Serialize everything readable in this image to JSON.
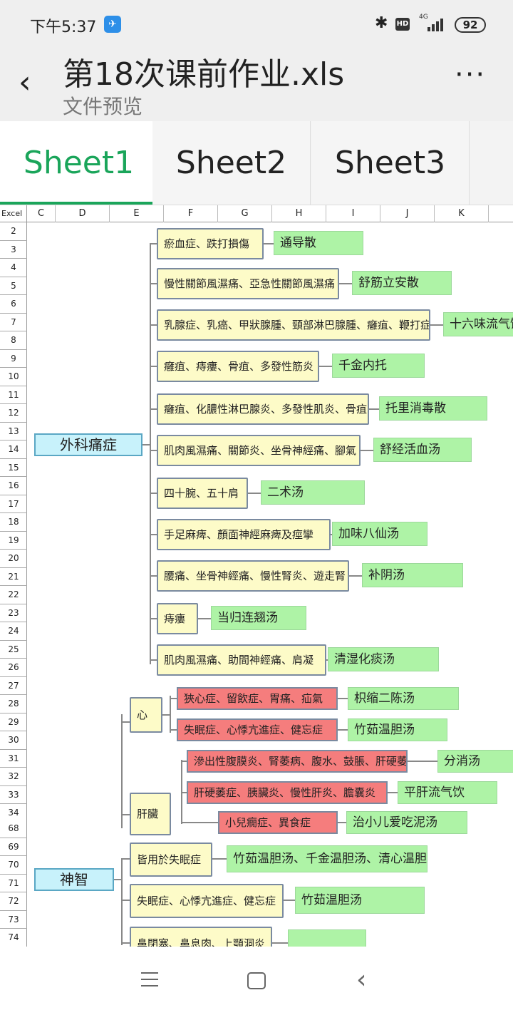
{
  "status": {
    "time": "下午5:37",
    "hd": "HD",
    "network": "4G",
    "battery": "92"
  },
  "header": {
    "title": "第18次课前作业.xls",
    "subtitle": "文件预览",
    "more": "···"
  },
  "tabs": [
    {
      "label": "Sheet1",
      "active": true
    },
    {
      "label": "Sheet2",
      "active": false
    },
    {
      "label": "Sheet3",
      "active": false
    }
  ],
  "sheet": {
    "corner": "Excel",
    "columns": [
      "C",
      "D",
      "E",
      "F",
      "G",
      "H",
      "I",
      "J",
      "K"
    ],
    "rows_top": [
      "2",
      "3",
      "4",
      "5",
      "6",
      "7",
      "8",
      "9",
      "10",
      "11",
      "12",
      "13",
      "14",
      "15",
      "16",
      "17",
      "18",
      "19",
      "20",
      "21",
      "22",
      "23",
      "24",
      "25",
      "26",
      "27",
      "28",
      "29",
      "30",
      "31",
      "32",
      "33",
      "34"
    ],
    "rows_bottom": [
      "68",
      "69",
      "70",
      "71",
      "72",
      "73",
      "74"
    ]
  },
  "mindmap": {
    "root1": "外科痛症",
    "branches1": [
      {
        "cond": "瘀血症、跌打損傷",
        "formula": "通导散"
      },
      {
        "cond": "慢性關節風濕痛、亞急性關節風濕痛",
        "formula": "舒筋立安散"
      },
      {
        "cond": "乳腺症、乳癌、甲狀腺腫、頸部淋巴腺腫、癰疽、鞭打症",
        "formula": "十六味流气饮"
      },
      {
        "cond": "癰疽、痔瘻、骨疽、多發性筋炎",
        "formula": "千金内托"
      },
      {
        "cond": "癰疽、化膿性淋巴腺炎、多發性肌炎、骨疽",
        "formula": "托里消毒散"
      },
      {
        "cond": "肌肉風濕痛、關節炎、坐骨神經痛、腳氣",
        "formula": "舒经活血汤"
      },
      {
        "cond": "四十腕、五十肩",
        "formula": "二术汤"
      },
      {
        "cond": "手足麻痺、顏面神經麻痺及痙攣",
        "formula": "加味八仙汤"
      },
      {
        "cond": "腰痛、坐骨神經痛、慢性腎炎、遊走腎",
        "formula": "补阴汤"
      },
      {
        "cond": "痔瘻",
        "formula": "当归连翘汤"
      },
      {
        "cond": "肌肉風濕痛、助間神經痛、肩凝",
        "formula": "清湿化痰汤"
      }
    ],
    "heart": {
      "label": "心",
      "items": [
        {
          "cond": "狹心症、留飲症、胃痛、疝氣",
          "formula": "枳缩二陈汤"
        },
        {
          "cond": "失眠症、心悸亢進症、健忘症",
          "formula": "竹茹温胆汤"
        }
      ]
    },
    "liver": {
      "label": "肝臟",
      "items": [
        {
          "cond": "滲出性腹膜炎、腎萎病、腹水、鼓脹、肝硬萎症",
          "formula": "分消汤"
        },
        {
          "cond": "肝硬萎症、胰臟炎、慢性肝炎、膽囊炎",
          "formula": "平肝流气饮"
        },
        {
          "cond": "小兒癇症、異食症",
          "formula": "治小儿爱吃泥汤"
        }
      ]
    },
    "root2": "神智",
    "branches2": [
      {
        "cond": "皆用於失眠症",
        "formula": "竹茹温胆汤、千金温胆汤、清心温胆汤"
      },
      {
        "cond": "失眠症、心悸亢進症、健忘症",
        "formula": "竹茹温胆汤"
      },
      {
        "cond": "鼻閉塞、鼻息肉、上顎洞炎",
        "formula": ""
      }
    ]
  },
  "colors": {
    "accent": "#1aa55a",
    "root": "#c8f2fb",
    "condition": "#fdfbc8",
    "condition_red": "#f57d7d",
    "formula": "#aef3a6"
  },
  "nav": {
    "menu": "menu-icon",
    "home": "home-icon",
    "back": "back-icon"
  }
}
